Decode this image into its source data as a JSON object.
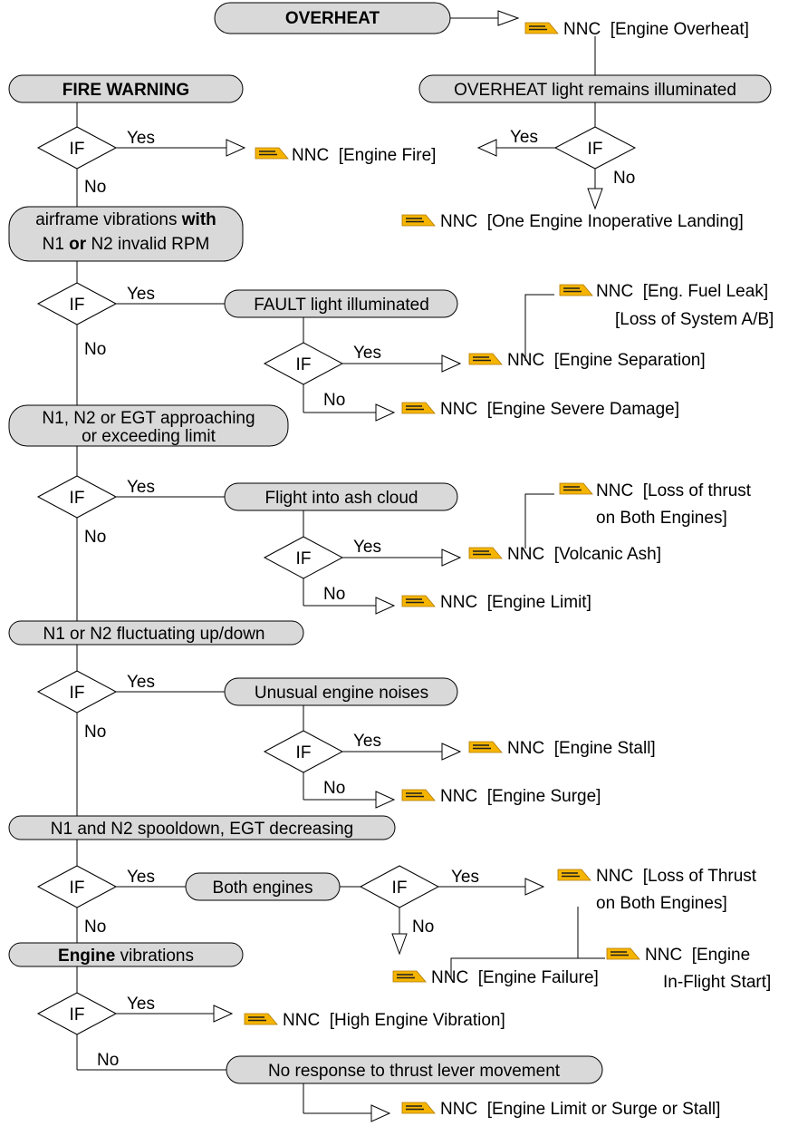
{
  "colors": {
    "pill_fill": "#d9d9d9",
    "icon_fill": "#f5b400",
    "icon_stripe": "#1f1f1f"
  },
  "icon_name": "checklist-icon",
  "if_label": "IF",
  "yes_label": "Yes",
  "no_label": "No",
  "nnc_prefix": "NNC",
  "conditions": {
    "overheat": "OVERHEAT",
    "overheat_light": "OVERHEAT light remains illuminated",
    "fire_warning": "FIRE WARNING",
    "vib_a1": "airframe vibrations ",
    "vib_a2": "with",
    "vib_b1": "N1 ",
    "vib_b2": "or",
    "vib_b3": " N2  invalid RPM",
    "fault_light": "FAULT light illuminated",
    "limit_1": "N1, N2 or EGT approaching",
    "limit_2": "or exceeding limit",
    "ash_cloud": "Flight into ash cloud",
    "fluctuating": "N1 or N2 fluctuating up/down",
    "noises": "Unusual engine noises",
    "spooldown": "N1 and N2 spooldown, EGT decreasing",
    "both_engines": "Both engines",
    "engine_vib_1": "Engine",
    "engine_vib_2": " vibrations",
    "no_response": "No response to thrust lever movement"
  },
  "nnc": {
    "overheat": "[Engine Overheat]",
    "one_engine_inop": "[One Engine Inoperative Landing]",
    "fire": "[Engine Fire]",
    "fuel_leak": "[Eng. Fuel Leak]",
    "loss_system": "[Loss of System A/B]",
    "separation": "[Engine Separation]",
    "severe_damage": "[Engine Severe Damage]",
    "loss_thrust_a1": "[Loss of thrust",
    "loss_thrust_a2": "on Both Engines]",
    "volcanic_ash": "[Volcanic Ash]",
    "engine_limit": "[Engine Limit]",
    "stall": "[Engine Stall]",
    "surge": "[Engine Surge]",
    "loss_thrust_b1": "[Loss of Thrust",
    "loss_thrust_b2": "on Both Engines]",
    "inflight_1": "[Engine",
    "inflight_2": "In-Flight Start]",
    "failure": "[Engine Failure]",
    "high_vibration": "[High Engine Vibration]",
    "limit_surge_stall": "[Engine Limit or Surge or Stall]"
  }
}
